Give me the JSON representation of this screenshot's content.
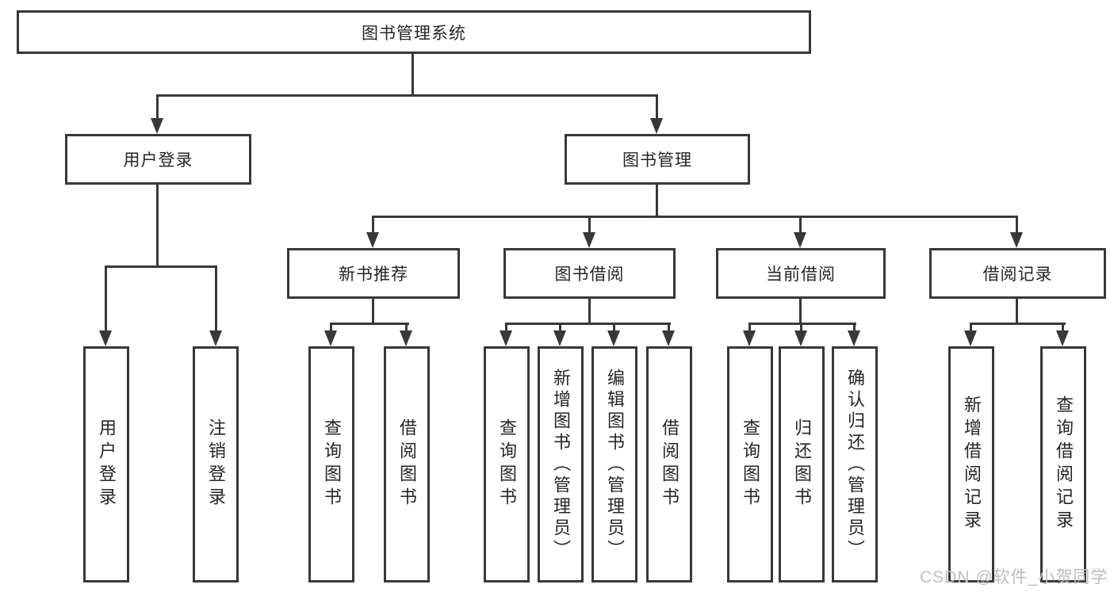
{
  "nodes": {
    "root": {
      "label": "图书管理系统"
    },
    "level2": {
      "user_login": {
        "label": "用户登录"
      },
      "book_management": {
        "label": "图书管理"
      }
    },
    "level3": {
      "new_book_recommend": {
        "label": "新书推荐"
      },
      "book_borrow": {
        "label": "图书借阅"
      },
      "current_borrow": {
        "label": "当前借阅"
      },
      "borrow_records": {
        "label": "借阅记录"
      }
    },
    "leaves": {
      "user_login": {
        "label": "用户登录"
      },
      "logout": {
        "label": "注销登录"
      },
      "recommend_query_books": {
        "label": "查询图书"
      },
      "recommend_borrow_books": {
        "label": "借阅图书"
      },
      "borrow_query_books": {
        "label": "查询图书"
      },
      "borrow_add_books": {
        "label": "新增图书（管理员）"
      },
      "borrow_edit_books": {
        "label": "编辑图书（管理员）"
      },
      "borrow_borrow_books": {
        "label": "借阅图书"
      },
      "current_query_books": {
        "label": "查询图书"
      },
      "current_return_books": {
        "label": "归还图书"
      },
      "current_confirm_return": {
        "label": "确认归还（管理员）"
      },
      "records_add_record": {
        "label": "新增借阅记录"
      },
      "records_query_record": {
        "label": "查询借阅记录"
      }
    }
  },
  "watermark": {
    "text": "CSDN @软件_小贺同学"
  },
  "colors": {
    "line": "#383838",
    "text": "#262626",
    "watermark": "#bdbdbd",
    "background": "#ffffff"
  }
}
